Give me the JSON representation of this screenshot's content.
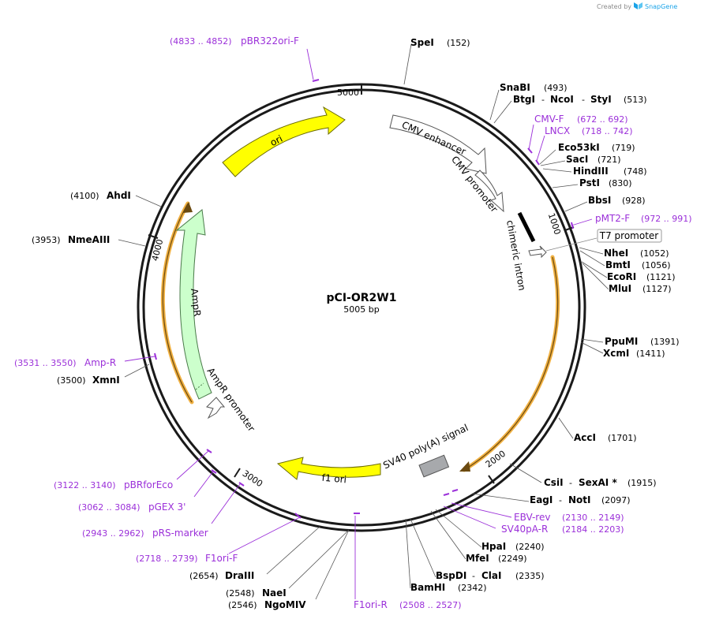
{
  "credit": {
    "prefix": "Created by",
    "brand": "SnapGene"
  },
  "plasmid": {
    "name": "pCI-OR2W1",
    "size_label": "5005 bp"
  },
  "ticks": [
    "5000",
    "1000",
    "2000",
    "3000",
    "4000"
  ],
  "features": {
    "ori": "ori",
    "cmv_enhancer": "CMV enhancer",
    "cmv_promoter": "CMV promoter",
    "chimeric_intron": "chimeric intron",
    "t7_promoter": "T7 promoter",
    "sv40_polya": "SV40 poly(A) signal",
    "f1_ori": "f1 ori",
    "ampr": "AmpR",
    "ampr_promoter": "AmpR promoter"
  },
  "sites": [
    {
      "id": "spei",
      "parts": [
        "SpeI"
      ],
      "pos": "(152)"
    },
    {
      "id": "snabi",
      "parts": [
        "SnaBI"
      ],
      "pos": "(493)"
    },
    {
      "id": "btgi",
      "parts": [
        "BtgI",
        "-",
        "NcoI",
        "-",
        "StyI"
      ],
      "pos": "(513)"
    },
    {
      "id": "eco53ki",
      "parts": [
        "Eco53kI"
      ],
      "pos": "(719)"
    },
    {
      "id": "saci",
      "parts": [
        "SacI"
      ],
      "pos": "(721)"
    },
    {
      "id": "hindiii",
      "parts": [
        "HindIII"
      ],
      "pos": "(748)"
    },
    {
      "id": "psti",
      "parts": [
        "PstI"
      ],
      "pos": "(830)"
    },
    {
      "id": "bbsi",
      "parts": [
        "BbsI"
      ],
      "pos": "(928)"
    },
    {
      "id": "nhei",
      "parts": [
        "NheI"
      ],
      "pos": "(1052)"
    },
    {
      "id": "bmti",
      "parts": [
        "BmtI"
      ],
      "pos": "(1056)"
    },
    {
      "id": "ecori",
      "parts": [
        "EcoRI"
      ],
      "pos": "(1121)"
    },
    {
      "id": "mlui",
      "parts": [
        "MluI"
      ],
      "pos": "(1127)"
    },
    {
      "id": "ppumi",
      "parts": [
        "PpuMI"
      ],
      "pos": "(1391)"
    },
    {
      "id": "xcmi",
      "parts": [
        "XcmI"
      ],
      "pos": "(1411)"
    },
    {
      "id": "acci",
      "parts": [
        "AccI"
      ],
      "pos": "(1701)"
    },
    {
      "id": "csii",
      "parts": [
        "CsiI",
        "-",
        "SexAI *"
      ],
      "pos": "(1915)"
    },
    {
      "id": "eagi",
      "parts": [
        "EagI",
        "-",
        "NotI"
      ],
      "pos": "(2097)"
    },
    {
      "id": "hpai",
      "parts": [
        "HpaI"
      ],
      "pos": "(2240)"
    },
    {
      "id": "mfei",
      "parts": [
        "MfeI"
      ],
      "pos": "(2249)"
    },
    {
      "id": "bspdi",
      "parts": [
        "BspDI",
        "-",
        "ClaI"
      ],
      "pos": "(2335)"
    },
    {
      "id": "bamhi",
      "parts": [
        "BamHI"
      ],
      "pos": "(2342)"
    },
    {
      "id": "ngomiv",
      "parts": [
        "NgoMIV"
      ],
      "pos": "(2546)"
    },
    {
      "id": "naei",
      "parts": [
        "NaeI"
      ],
      "pos": "(2548)"
    },
    {
      "id": "draiii",
      "parts": [
        "DraIII"
      ],
      "pos": "(2654)"
    },
    {
      "id": "xmni",
      "parts": [
        "XmnI"
      ],
      "pos": "(3500)"
    },
    {
      "id": "nmeaiii",
      "parts": [
        "NmeAIII"
      ],
      "pos": "(3953)"
    },
    {
      "id": "ahdi",
      "parts": [
        "AhdI"
      ],
      "pos": "(4100)"
    }
  ],
  "primers": [
    {
      "id": "pbr322ori-f",
      "name": "pBR322ori-F",
      "pos": "(4833 .. 4852)"
    },
    {
      "id": "cmv-f",
      "name": "CMV-F",
      "pos": "(672 .. 692)"
    },
    {
      "id": "lncx",
      "name": "LNCX",
      "pos": "(718 .. 742)"
    },
    {
      "id": "pmt2-f",
      "name": "pMT2-F",
      "pos": "(972 .. 991)"
    },
    {
      "id": "ebv-rev",
      "name": "EBV-rev",
      "pos": "(2130 .. 2149)"
    },
    {
      "id": "sv40pa-r",
      "name": "SV40pA-R",
      "pos": "(2184 .. 2203)"
    },
    {
      "id": "f1ori-r",
      "name": "F1ori-R",
      "pos": "(2508 .. 2527)"
    },
    {
      "id": "f1ori-f",
      "name": "F1ori-F",
      "pos": "(2718 .. 2739)"
    },
    {
      "id": "prs-marker",
      "name": "pRS-marker",
      "pos": "(2943 .. 2962)"
    },
    {
      "id": "pgex3",
      "name": "pGEX 3'",
      "pos": "(3062 .. 3084)"
    },
    {
      "id": "pbrforeco",
      "name": "pBRforEco",
      "pos": "(3122 .. 3140)"
    },
    {
      "id": "amp-r",
      "name": "Amp-R",
      "pos": "(3531 .. 3550)"
    }
  ],
  "colors": {
    "backbone": "#1a1a1a",
    "primer": "#9b30d9",
    "ori": "#ffff00",
    "ampr": "#ccffcc",
    "orf": "#f0b041",
    "polya": "#a7a9ac",
    "promoter": "#ffffff",
    "snapgene": "#1aa3e8"
  }
}
